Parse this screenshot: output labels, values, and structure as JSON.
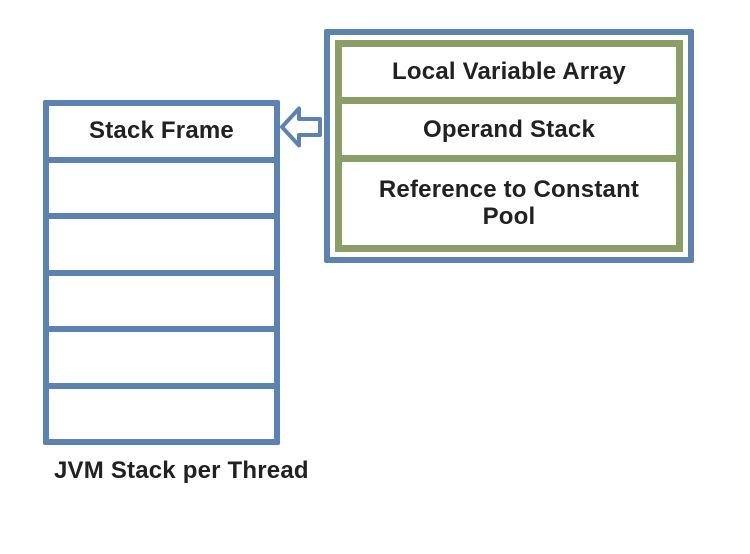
{
  "diagram": {
    "stack": {
      "top_cell_label": "Stack Frame",
      "empty_cell_count": 5,
      "caption": "JVM Stack per Thread"
    },
    "frame_detail": {
      "cells": [
        "Local Variable Array",
        "Operand Stack",
        "Reference to Constant Pool"
      ]
    },
    "arrow": {
      "direction": "left",
      "style": "outlined-block-arrow"
    },
    "colors": {
      "stack_border": "#5e82ae",
      "detail_outer_border": "#5e82ae",
      "detail_inner_border": "#8b9e68",
      "arrow_stroke": "#5e82ae",
      "text": "#212121",
      "background": "#ffffff"
    }
  }
}
